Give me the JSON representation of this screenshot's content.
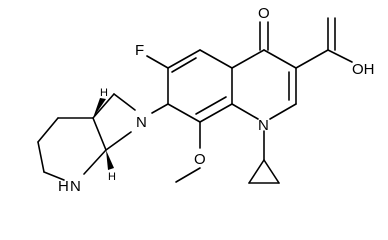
{
  "atoms": {
    "oxo": "O",
    "fluoro": "F",
    "hydroxyl": "OH",
    "ring_n1": "N",
    "pyrrolidine_n": "N",
    "piperidine_n": "N",
    "piperidine_h": "H",
    "stereo_h_top": "H",
    "stereo_h_bottom": "H"
  }
}
